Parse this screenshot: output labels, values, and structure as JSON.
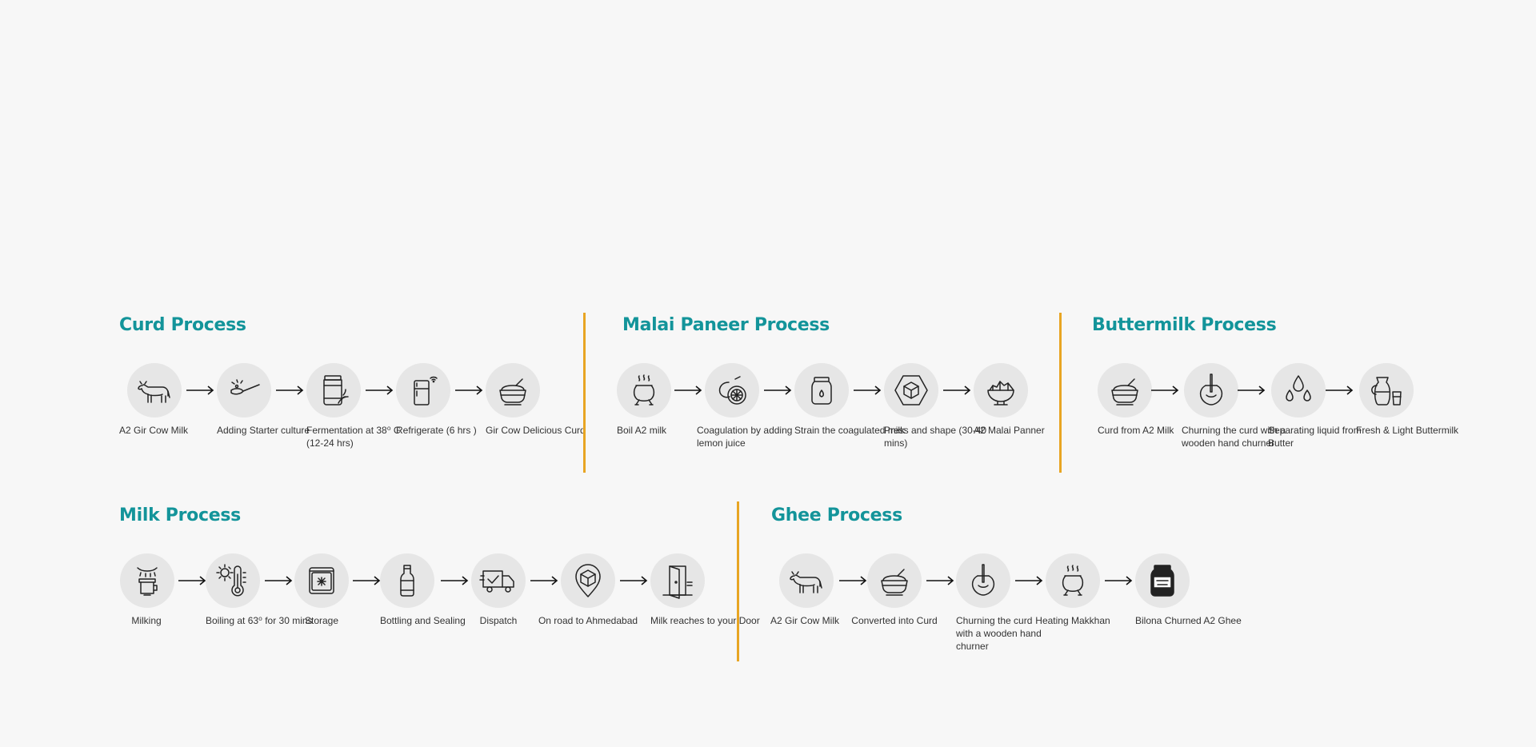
{
  "sections": {
    "curd": {
      "title": "Curd Process",
      "steps": [
        {
          "label": "A2 Gir Cow Milk",
          "icon": "cow-icon"
        },
        {
          "label": "Adding Starter culture",
          "icon": "spoon-icon"
        },
        {
          "label": "Fermentation at 38⁰ C (12-24 hrs)",
          "icon": "jar-icon"
        },
        {
          "label": "Refrigerate (6 hrs )",
          "icon": "fridge-icon"
        },
        {
          "label": "Gir Cow Delicious Curd",
          "icon": "curd-bowl-icon"
        }
      ]
    },
    "paneer": {
      "title": "Malai Paneer Process",
      "steps": [
        {
          "label": "Boil A2 milk",
          "icon": "pot-icon"
        },
        {
          "label": "Coagulation by adding lemon juice",
          "icon": "lemon-icon"
        },
        {
          "label": "Strain the coagulated milk",
          "icon": "strainer-icon"
        },
        {
          "label": "Press and shape (30-40 mins)",
          "icon": "cube-icon"
        },
        {
          "label": "A2 Malai Panner",
          "icon": "paneer-bowl-icon"
        }
      ]
    },
    "buttermilk": {
      "title": "Buttermilk Process",
      "steps": [
        {
          "label": "Curd from A2 Milk",
          "icon": "curd-bowl-icon"
        },
        {
          "label": "Churning the curd with a wooden hand churner",
          "icon": "churner-icon"
        },
        {
          "label": "Separating liquid from Butter",
          "icon": "drops-icon"
        },
        {
          "label": "Fresh & Light Buttermilk",
          "icon": "jug-icon"
        }
      ]
    },
    "milk": {
      "title": "Milk Process",
      "steps": [
        {
          "label": "Milking",
          "icon": "milking-icon"
        },
        {
          "label": "Boiling at 63⁰ for 30 mins",
          "icon": "thermometer-icon"
        },
        {
          "label": "Storage",
          "icon": "storage-icon"
        },
        {
          "label": "Bottling and Sealing",
          "icon": "bottle-icon"
        },
        {
          "label": "Dispatch",
          "icon": "truck-icon"
        },
        {
          "label": "On road to Ahmedabad",
          "icon": "location-icon"
        },
        {
          "label": "Milk reaches to your Door",
          "icon": "door-icon"
        }
      ]
    },
    "ghee": {
      "title": "Ghee Process",
      "steps": [
        {
          "label": "A2 Gir Cow Milk",
          "icon": "cow-icon"
        },
        {
          "label": "Converted into Curd",
          "icon": "curd-bowl-icon"
        },
        {
          "label": "Churning the curd with a wooden hand churner",
          "icon": "churner-icon"
        },
        {
          "label": "Heating Makkhan",
          "icon": "pot-icon"
        },
        {
          "label": "Bilona Churned A2 Ghee",
          "icon": "ghee-jar-icon"
        }
      ]
    }
  },
  "colors": {
    "accent": "#13949a",
    "divider": "#e8a523",
    "circle": "#e6e6e6",
    "background": "#f7f7f7"
  }
}
